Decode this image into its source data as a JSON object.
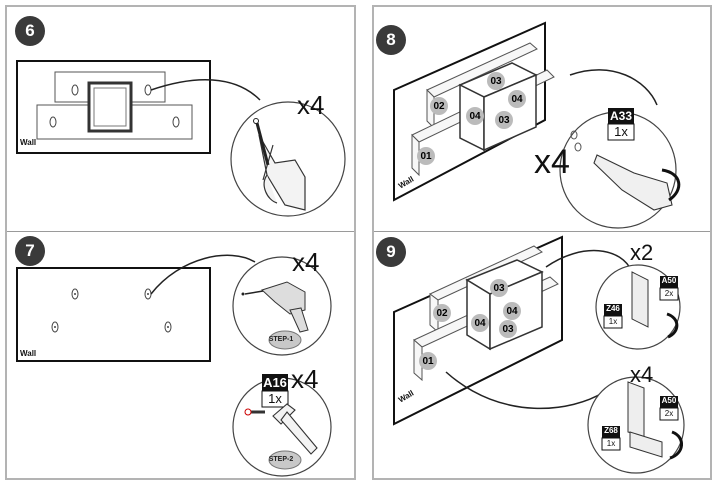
{
  "steps": [
    {
      "number": "6",
      "multiplier": "x4",
      "wall_label": "Wall"
    },
    {
      "number": "7",
      "multiplier_drill": "x4",
      "multiplier_anchor": "x4",
      "wall_label": "Wall",
      "step1": "STEP-1",
      "step2": "STEP-2",
      "part_code": "A16",
      "part_qty": "1x"
    },
    {
      "number": "8",
      "multiplier": "x4",
      "wall_label": "Wall",
      "part_code": "A33",
      "part_qty": "1x",
      "box_labels": [
        "01",
        "02",
        "03",
        "04",
        "03",
        "04"
      ]
    },
    {
      "number": "9",
      "multiplier_top": "x2",
      "multiplier_bottom": "x4",
      "wall_label": "Wall",
      "box_labels": [
        "01",
        "02",
        "03",
        "04",
        "03",
        "04"
      ],
      "top_parts": [
        {
          "code": "A50",
          "qty": "2x"
        },
        {
          "code": "Z46",
          "qty": "1x"
        }
      ],
      "bottom_parts": [
        {
          "code": "A50",
          "qty": "2x"
        },
        {
          "code": "Z68",
          "qty": "1x"
        }
      ]
    }
  ]
}
